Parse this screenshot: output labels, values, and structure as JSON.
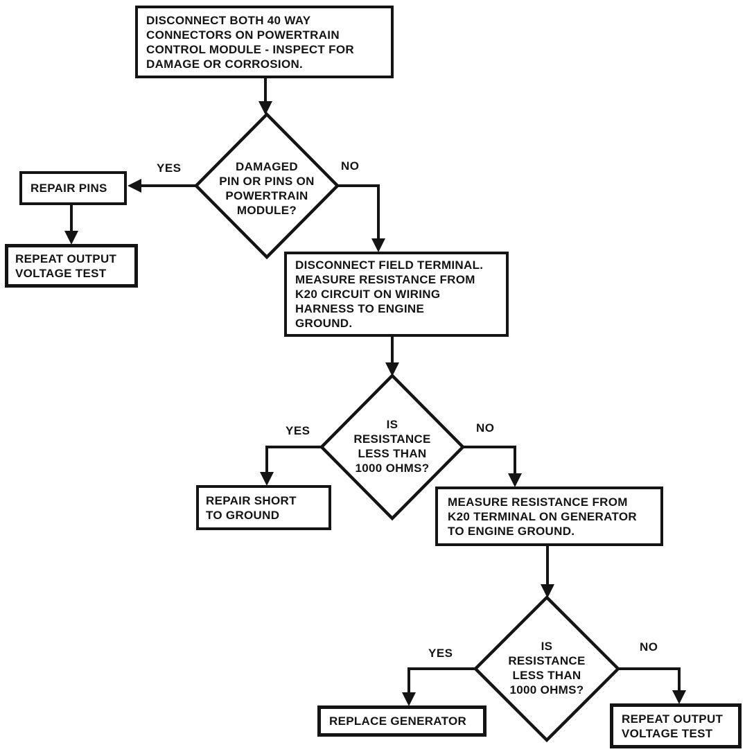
{
  "page": {
    "background_color": "#ffffff",
    "ink_color": "#141414"
  },
  "flowchart": {
    "nodes": {
      "inspect_connectors": "DISCONNECT BOTH 40 WAY\nCONNECTORS ON POWERTRAIN\nCONTROL MODULE - INSPECT FOR\nDAMAGE OR CORROSION.",
      "damaged_pins_decision": "DAMAGED\nPIN OR PINS ON\nPOWERTRAIN\nMODULE?",
      "repair_pins": "REPAIR PINS",
      "repeat_output_voltage_test_left": "REPEAT OUTPUT\nVOLTAGE TEST",
      "disconnect_field_terminal": "DISCONNECT FIELD TERMINAL.\nMEASURE RESISTANCE FROM\nK20 CIRCUIT ON WIRING\nHARNESS TO ENGINE\nGROUND.",
      "resistance_decision_1": "IS\nRESISTANCE\nLESS THAN\n1000 OHMS?",
      "repair_short_to_ground": "REPAIR SHORT\nTO GROUND",
      "measure_generator_resistance": "MEASURE RESISTANCE FROM\nK20 TERMINAL ON GENERATOR\nTO ENGINE GROUND.",
      "resistance_decision_2": "IS\nRESISTANCE\nLESS THAN\n1000 OHMS?",
      "replace_generator": "REPLACE GENERATOR",
      "repeat_output_voltage_test_right": "REPEAT OUTPUT\nVOLTAGE TEST"
    },
    "labels": {
      "d1_yes": "YES",
      "d1_no": "NO",
      "d2_yes": "YES",
      "d2_no": "NO",
      "d3_yes": "YES",
      "d3_no": "NO"
    }
  }
}
